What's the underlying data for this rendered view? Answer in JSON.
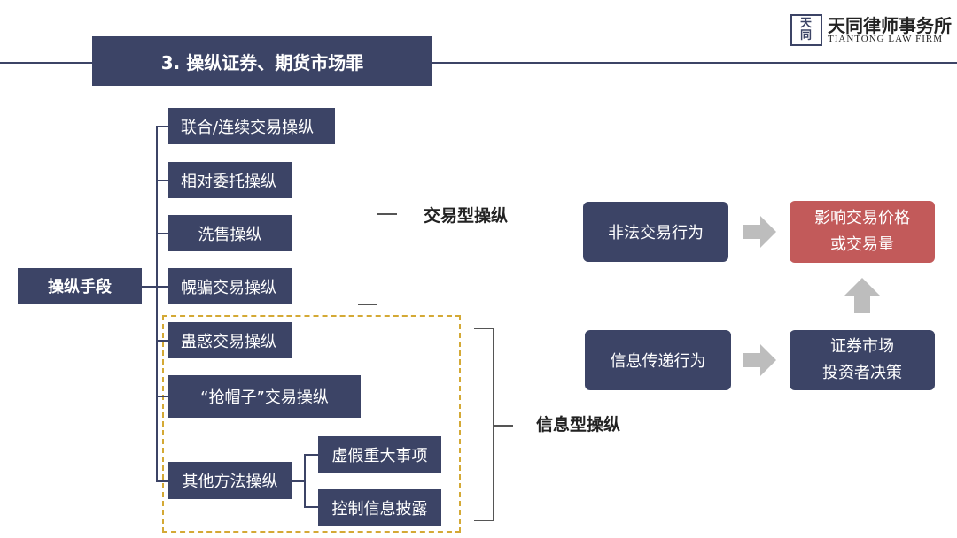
{
  "header": {
    "section_title": "3. 操纵证券、期货市场罪",
    "firm_name_cn": "天同律师事务所",
    "firm_name_en": "TIANTONG LAW FIRM",
    "logo_glyphs": "天同"
  },
  "diagram": {
    "root": "操纵手段",
    "trade_items": [
      "联合/连续交易操纵",
      "相对委托操纵",
      "洗售操纵",
      "幌骗交易操纵"
    ],
    "info_items": [
      "蛊惑交易操纵",
      "“抢帽子”交易操纵",
      "其他方法操纵"
    ],
    "other_sub": [
      "虚假重大事项",
      "控制信息披露"
    ],
    "group_trade": "交易型操纵",
    "group_info": "信息型操纵"
  },
  "flow": {
    "illegal_trade": "非法交易行为",
    "info_transfer": "信息传递行为",
    "impact_line1": "影响交易价格",
    "impact_line2": "或交易量",
    "investor_line1": "证券市场",
    "investor_line2": "投资者决策"
  },
  "colors": {
    "box": "#3c4466",
    "highlight": "#c25a5a",
    "dashed_border": "#d4a935",
    "arrow": "#bdbdbd"
  }
}
